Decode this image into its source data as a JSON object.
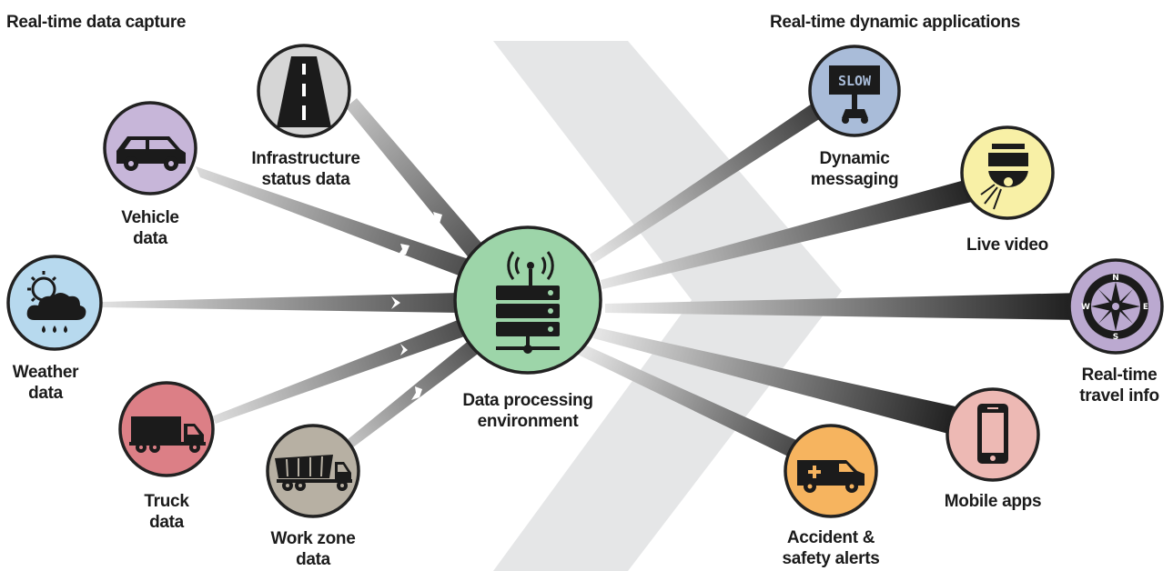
{
  "headings": {
    "capture": "Real-time data capture",
    "applications": "Real-time dynamic applications"
  },
  "center": {
    "label_line1": "Data processing",
    "label_line2": "environment",
    "icon": "server-router-icon",
    "color": "#9dd5a9"
  },
  "sources": [
    {
      "key": "infrastructure",
      "line1": "Infrastructure",
      "line2": "status data",
      "icon": "road-icon",
      "color": "#d6d6d6"
    },
    {
      "key": "vehicle",
      "line1": "Vehicle",
      "line2": "data",
      "icon": "car-icon",
      "color": "#c7b6d9"
    },
    {
      "key": "weather",
      "line1": "Weather",
      "line2": "data",
      "icon": "weather-icon",
      "color": "#b7d9ee"
    },
    {
      "key": "truck",
      "line1": "Truck",
      "line2": "data",
      "icon": "truck-icon",
      "color": "#dc7f86"
    },
    {
      "key": "workzone",
      "line1": "Work zone",
      "line2": "data",
      "icon": "dump-truck-icon",
      "color": "#b7b0a3"
    }
  ],
  "applications": [
    {
      "key": "messaging",
      "line1": "Dynamic",
      "line2": "messaging",
      "icon": "slow-sign-icon",
      "color": "#a9bcd9",
      "sign_text": "SLOW"
    },
    {
      "key": "video",
      "line1": "Live video",
      "line2": "",
      "icon": "camera-icon",
      "color": "#f8f0a6"
    },
    {
      "key": "travel",
      "line1": "Real-time",
      "line2": "travel info",
      "icon": "compass-icon",
      "color": "#bba9d0",
      "compass": {
        "n": "N",
        "s": "S",
        "e": "E",
        "w": "W"
      }
    },
    {
      "key": "mobile",
      "line1": "Mobile apps",
      "line2": "",
      "icon": "phone-icon",
      "color": "#edb9b4"
    },
    {
      "key": "alerts",
      "line1": "Accident &",
      "line2": "safety alerts",
      "icon": "ambulance-icon",
      "color": "#f6b45f"
    }
  ]
}
